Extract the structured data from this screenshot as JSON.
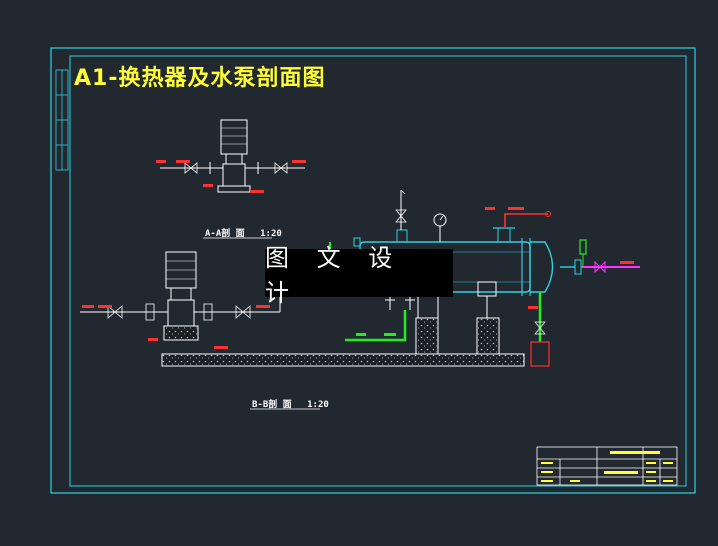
{
  "title": "A1-换热器及水泵剖面图",
  "watermark": "图 文 设 计",
  "section_aa": {
    "label": "A-A剖 面",
    "scale": "1:20"
  },
  "section_bb": {
    "label": "B-B剖 面",
    "scale": "1:20"
  },
  "colors": {
    "background": "#212830",
    "frame": "#30d0e0",
    "pipe": "#30d0e0",
    "title": "#ffff33",
    "supply": "#22ee22",
    "return": "#ff3030",
    "accent": "#ff33ff",
    "line": "#ffffff"
  }
}
